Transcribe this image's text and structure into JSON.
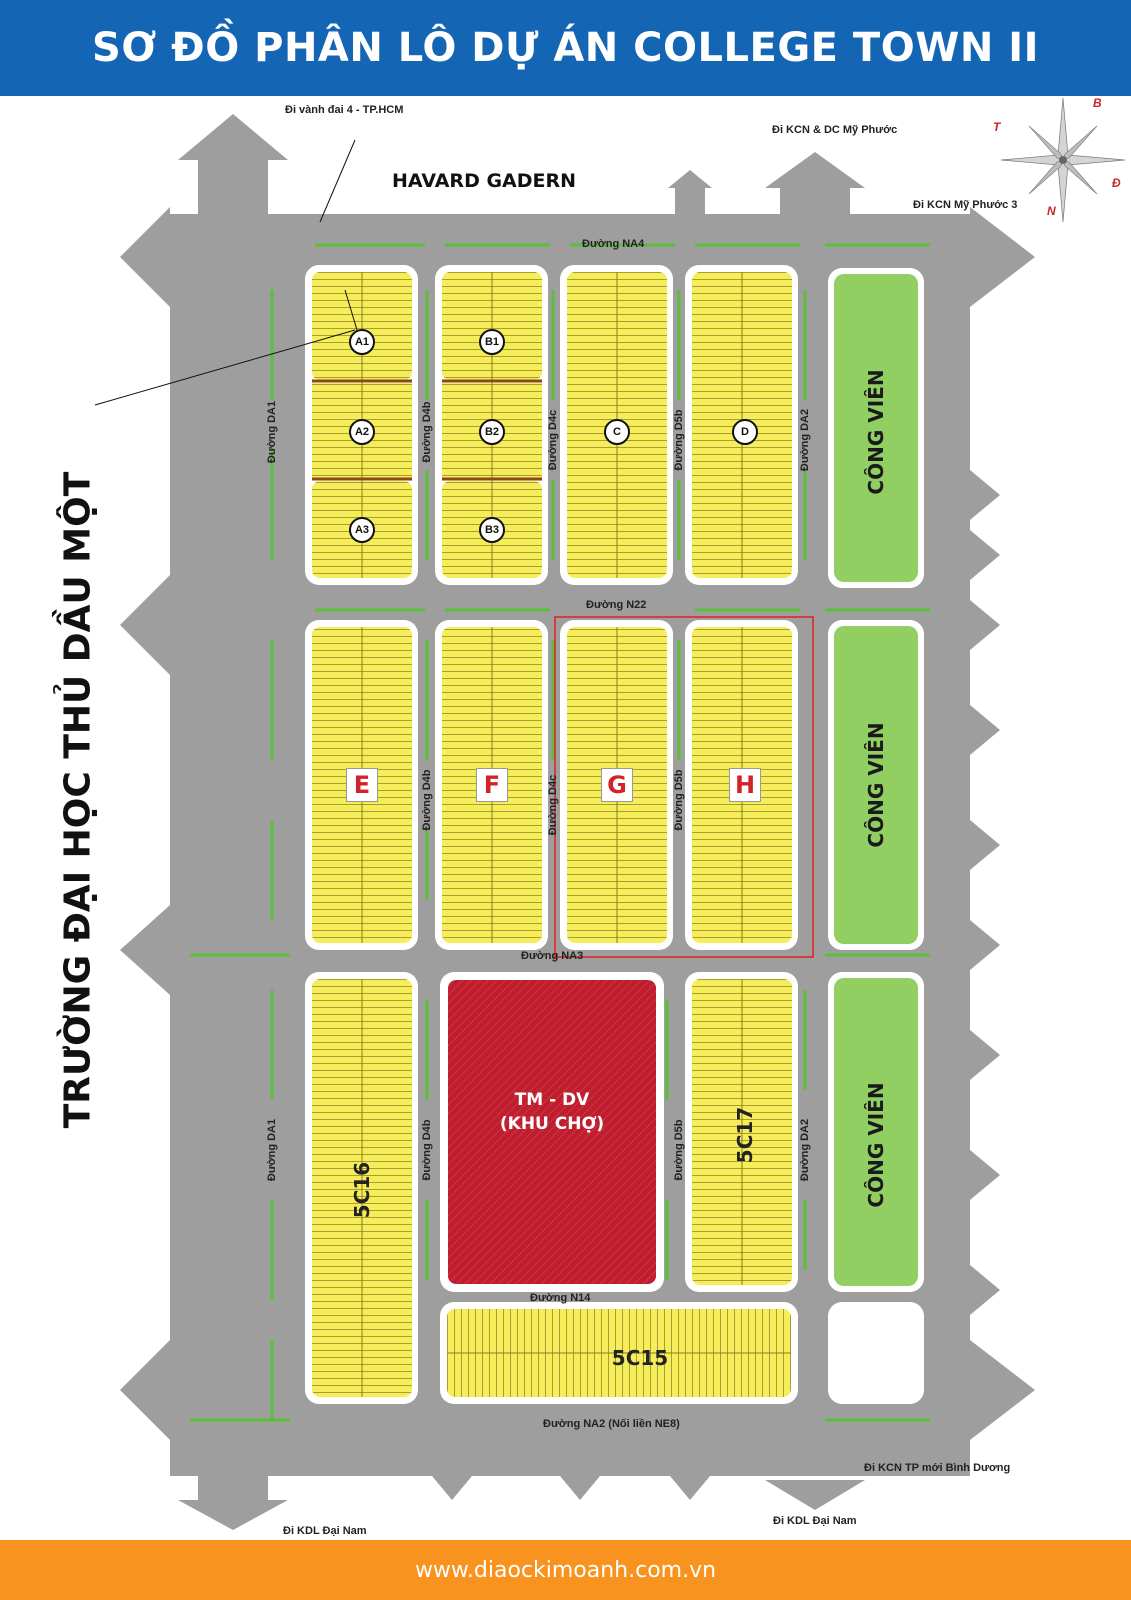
{
  "title": "SƠ ĐỒ PHÂN LÔ DỰ ÁN COLLEGE TOWN II",
  "side_label": "TRƯỜNG ĐẠI HỌC THỦ DẦU MỘT",
  "havard": "HAVARD GADERN",
  "website": "www.diaockimoanh.com.vn",
  "directions": {
    "top_left": "Đi vành đai 4 - TP.HCM",
    "top_right": "Đi KCN & DC Mỹ Phước",
    "right_top": "Đi KCN Mỹ Phước 3",
    "right_bottom": "Đi KCN TP mới Bình Dương",
    "bottom_left": "Đi KDL Đại Nam",
    "bottom_right": "Đi KDL Đại Nam"
  },
  "compass": {
    "t": "T",
    "b": "B",
    "d": "Đ",
    "n": "N"
  },
  "roads": {
    "na4": "Đường NA4",
    "n22": "Đường N22",
    "na3": "Đường NA3",
    "n14": "Đường N14",
    "na2": "Đường NA2 (Nối liền NE8)",
    "da1": "Đường DA1",
    "d4b": "Đường D4b",
    "d4c": "Đường D4c",
    "d5b": "Đường D5b",
    "da2": "Đường DA2"
  },
  "park_label": "CÔNG VIÊN",
  "market": {
    "line1": "TM - DV",
    "line2": "(KHU CHỢ)"
  },
  "blocks": {
    "a1": "A1",
    "a2": "A2",
    "a3": "A3",
    "b1": "B1",
    "b2": "B2",
    "b3": "B3",
    "c": "C",
    "d": "D",
    "e": "E",
    "f": "F",
    "g": "G",
    "h": "H",
    "c16": "5C16",
    "c17": "5C17",
    "c15": "5C15"
  },
  "colors": {
    "header": "#1565b5",
    "footer": "#f7931e",
    "road": "#9e9e9e",
    "lot": "#f5ee5a",
    "park": "#92cf62",
    "market": "#be1e2d",
    "lane_mark": "#5bbf3a",
    "lot_line": "#8d7a1c"
  }
}
